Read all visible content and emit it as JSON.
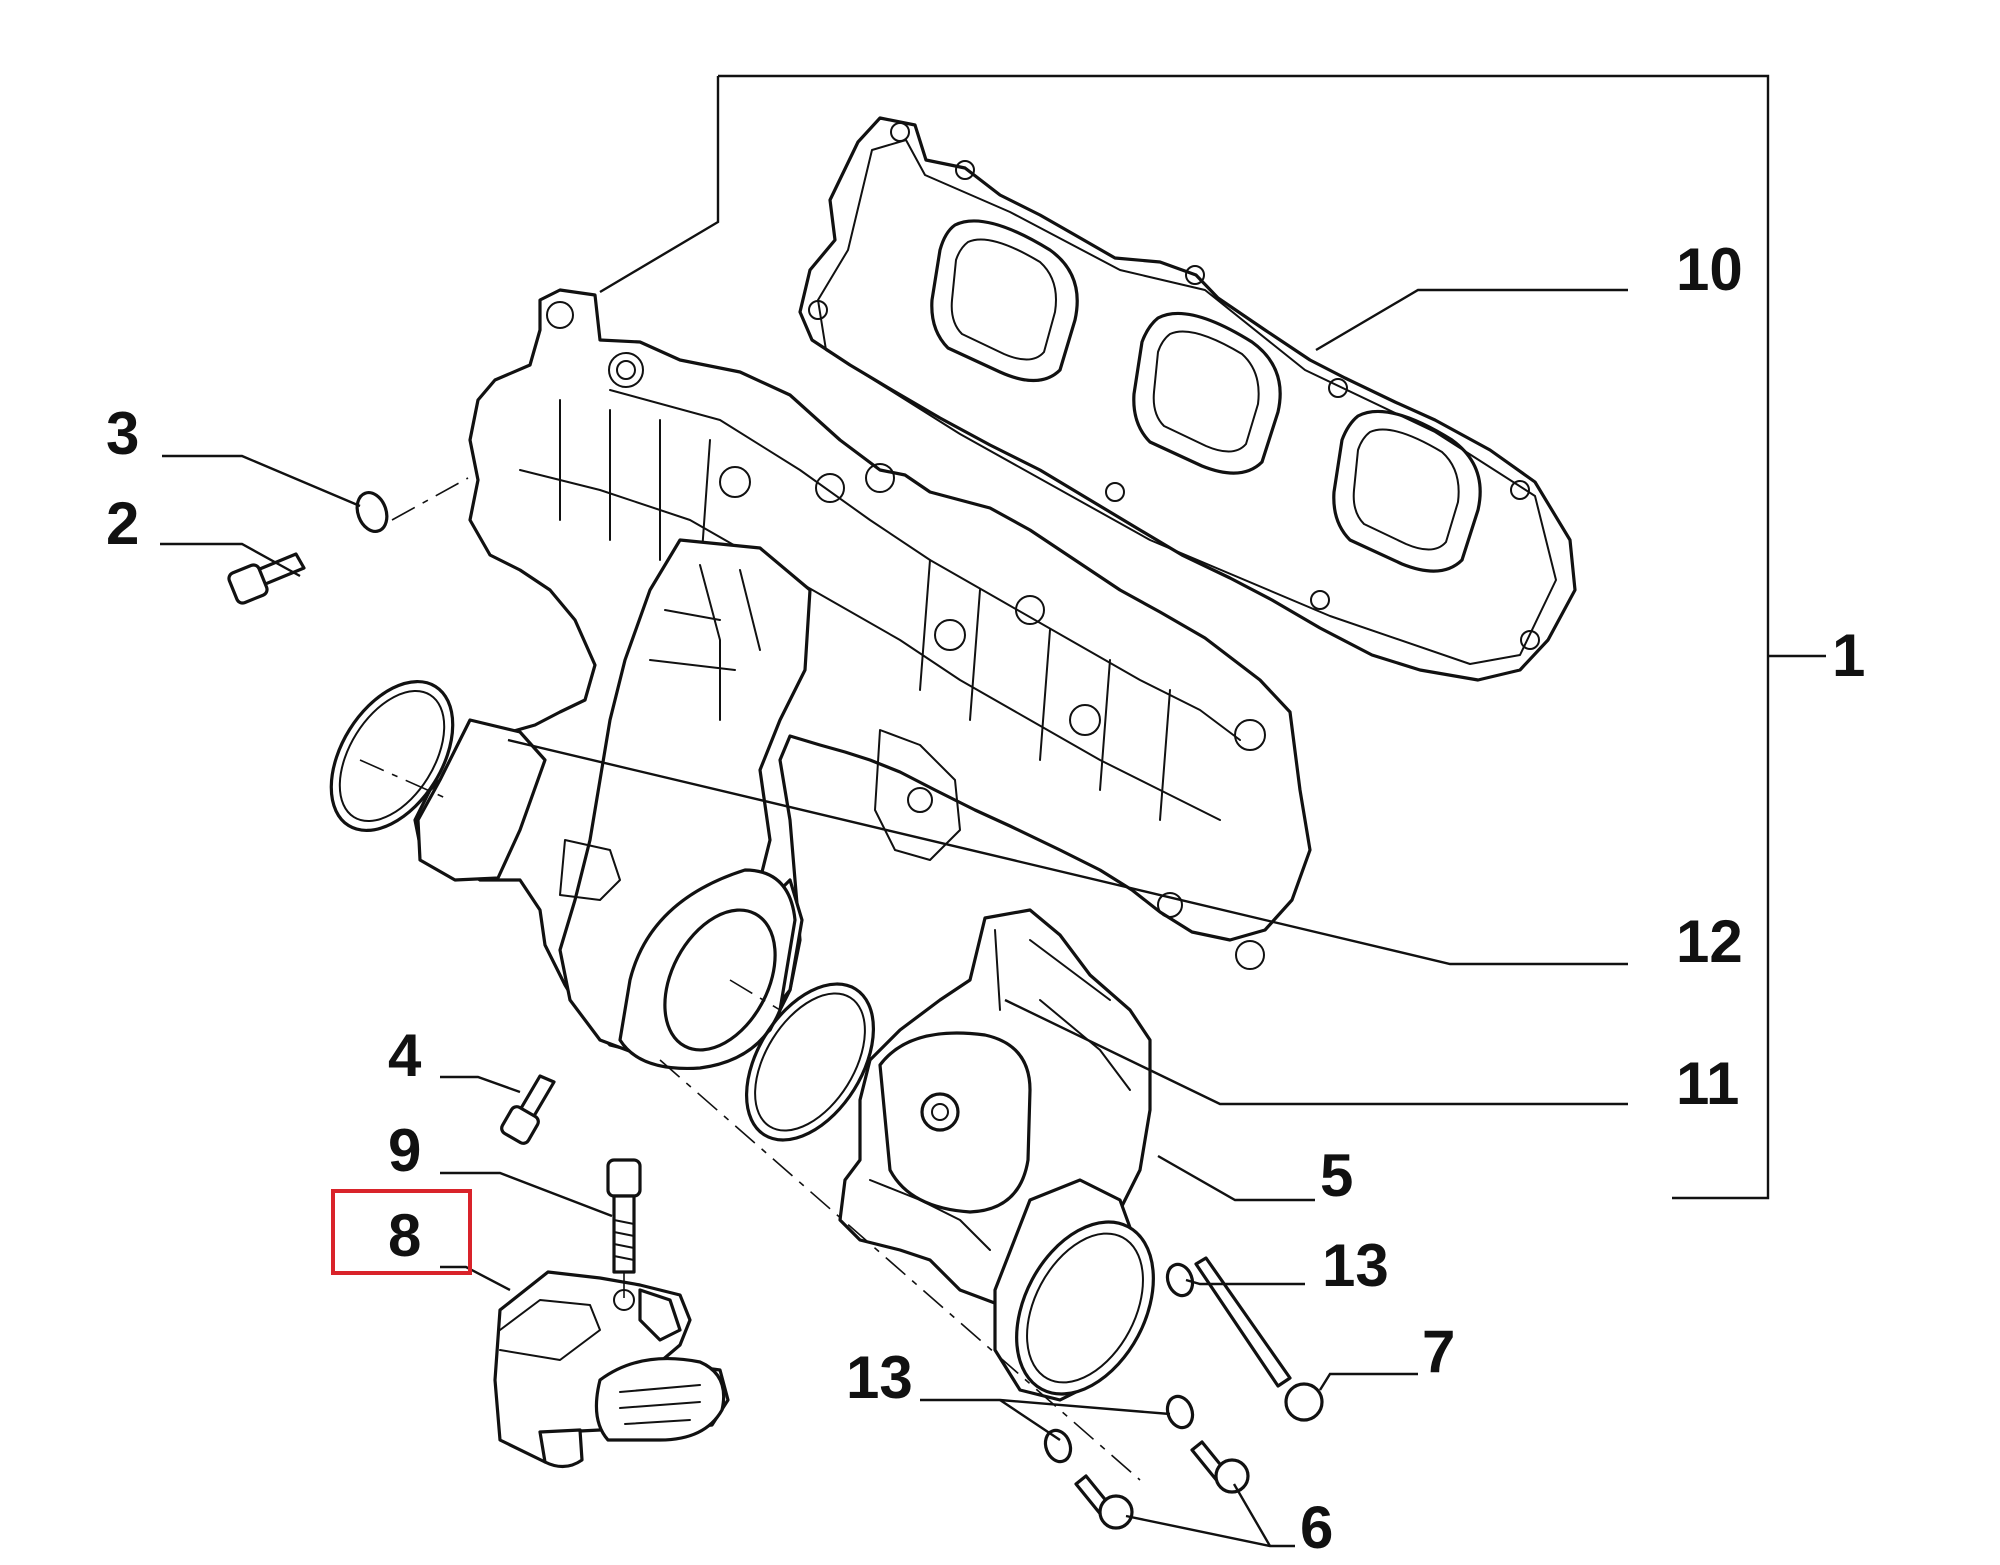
{
  "callouts": [
    {
      "id": "1",
      "label": "1"
    },
    {
      "id": "2",
      "label": "2"
    },
    {
      "id": "3",
      "label": "3"
    },
    {
      "id": "4",
      "label": "4"
    },
    {
      "id": "5",
      "label": "5"
    },
    {
      "id": "6",
      "label": "6"
    },
    {
      "id": "7",
      "label": "7"
    },
    {
      "id": "8",
      "label": "8"
    },
    {
      "id": "9",
      "label": "9"
    },
    {
      "id": "10",
      "label": "10"
    },
    {
      "id": "11",
      "label": "11"
    },
    {
      "id": "12",
      "label": "12"
    },
    {
      "id": "13a",
      "label": "13"
    },
    {
      "id": "13b",
      "label": "13"
    }
  ],
  "highlighted_callout": "8",
  "colors": {
    "line": "#111111",
    "highlight": "#d9232a",
    "background": "#ffffff"
  }
}
